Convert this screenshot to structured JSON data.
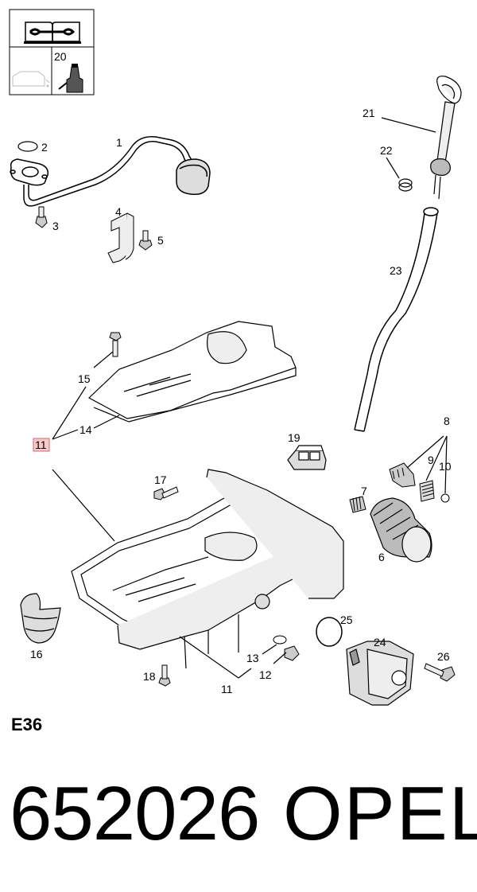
{
  "diagram_code": "E36",
  "footer": {
    "part_number": "652026",
    "brand": "OPEL"
  },
  "legend": {
    "item_number": "20"
  },
  "callouts": [
    "1",
    "2",
    "3",
    "4",
    "5",
    "6",
    "7",
    "8",
    "9",
    "10",
    "11",
    "11",
    "12",
    "13",
    "14",
    "15",
    "16",
    "17",
    "18",
    "19",
    "21",
    "22",
    "23",
    "24",
    "25",
    "26"
  ],
  "highlight": {
    "color": "#f7c9c9",
    "border": "#d86a6a"
  }
}
